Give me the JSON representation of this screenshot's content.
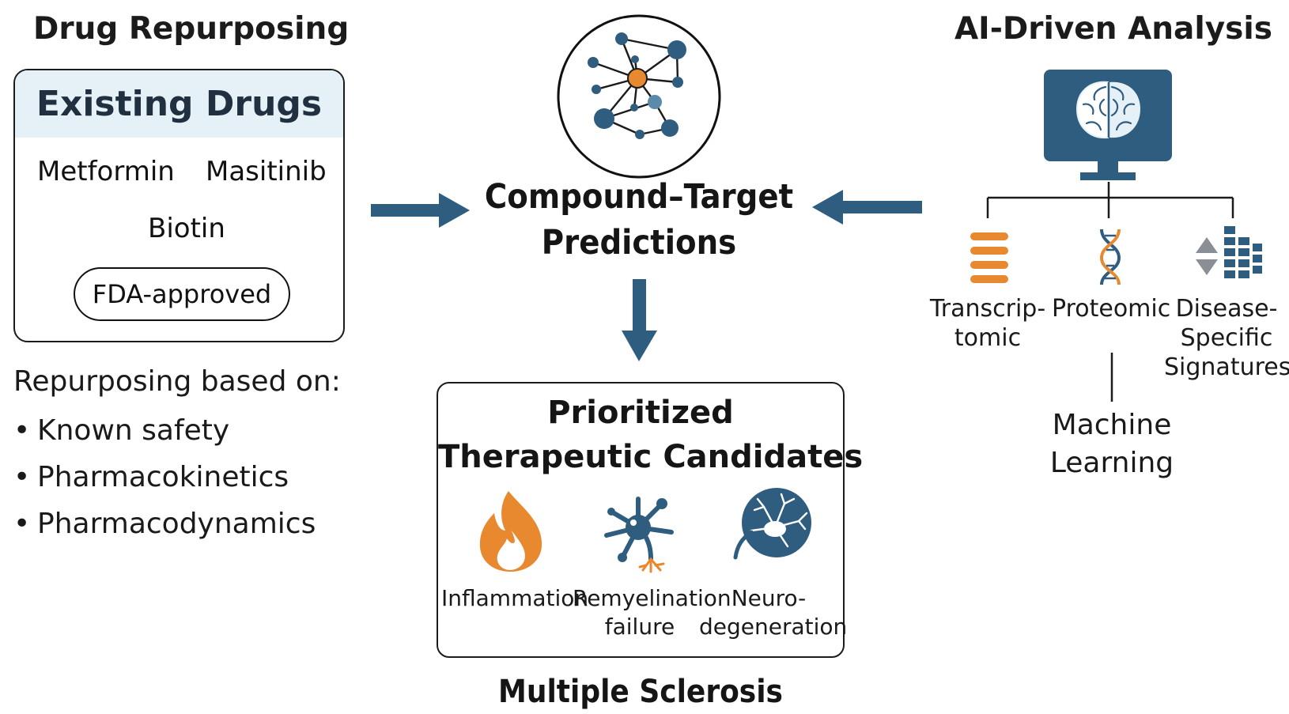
{
  "left": {
    "section_title": "Drug Repurposing",
    "box_title": "Existing Drugs",
    "drugs": [
      "Metformin",
      "Masitinib",
      "Biotin"
    ],
    "badge": "FDA-approved",
    "basis_heading": "Repurposing based on:",
    "basis_items": [
      "Known safety",
      "Pharmacokinetics",
      "Pharmacodynamics"
    ],
    "bullet": "•"
  },
  "center": {
    "prediction_lines": [
      "Compound–Target",
      "Predictions"
    ],
    "candidates_title_lines": [
      "Prioritized",
      "Therapeutic Candidates"
    ],
    "candidates": [
      {
        "lines": [
          "Inflammation"
        ],
        "icon": "flame-icon"
      },
      {
        "lines": [
          "Remyelination",
          "failure"
        ],
        "icon": "neuron-icon"
      },
      {
        "lines": [
          "Neuro-",
          "degeneration"
        ],
        "icon": "damaged-neuron-icon"
      }
    ],
    "disease": "Multiple Sclerosis"
  },
  "right": {
    "section_title": "AI-Driven Analysis",
    "data_types": [
      {
        "lines": [
          "Transcrip-",
          "tomic"
        ],
        "icon": "stacked-bars-icon"
      },
      {
        "lines": [
          "Proteomic"
        ],
        "icon": "dna-icon"
      },
      {
        "lines": [
          "Disease-",
          "Specific",
          "Signatures"
        ],
        "icon": "signature-grid-icon"
      }
    ],
    "method_lines": [
      "Machine",
      "Learning"
    ]
  },
  "colors": {
    "primary_blue": "#2f5d80",
    "accent_orange": "#e8892f",
    "header_fill": "#e6f1f7",
    "text": "#1a1a1a"
  }
}
